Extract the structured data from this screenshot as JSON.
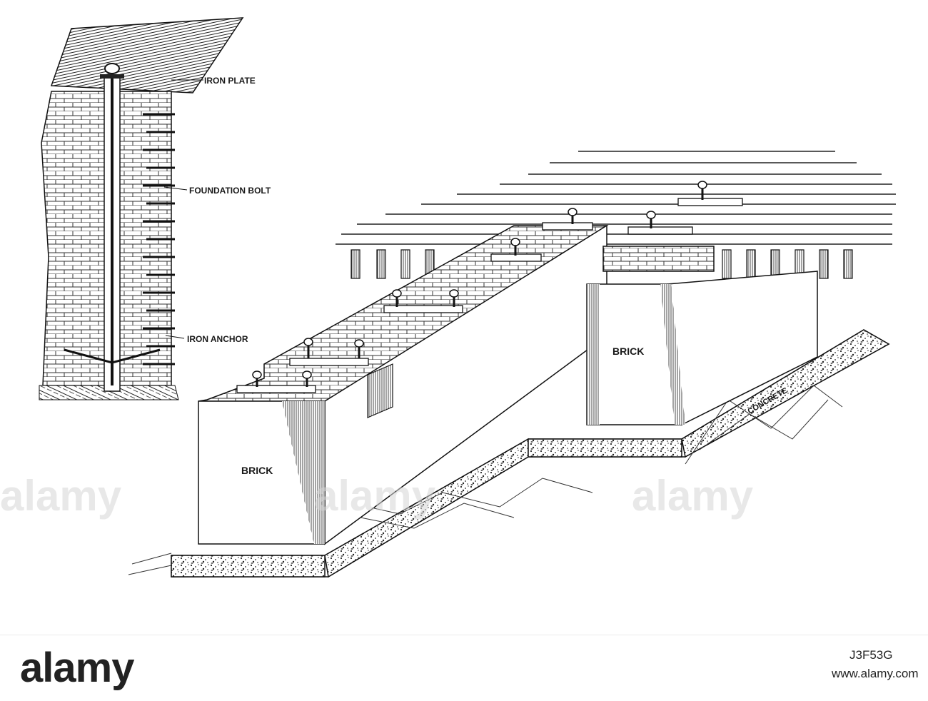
{
  "labels": {
    "iron_plate": "IRON PLATE",
    "foundation_bolt": "FOUNDATION BOLT",
    "iron_anchor": "IRON ANCHOR",
    "brick_front": "BRICK",
    "brick_rear": "BRICK",
    "concrete": "CONCRETE"
  },
  "watermarks": [
    "alamy",
    "alamy",
    "alamy"
  ],
  "footer": {
    "logo": "alamy",
    "image_id": "J3F53G",
    "url": "www.alamy.com"
  }
}
